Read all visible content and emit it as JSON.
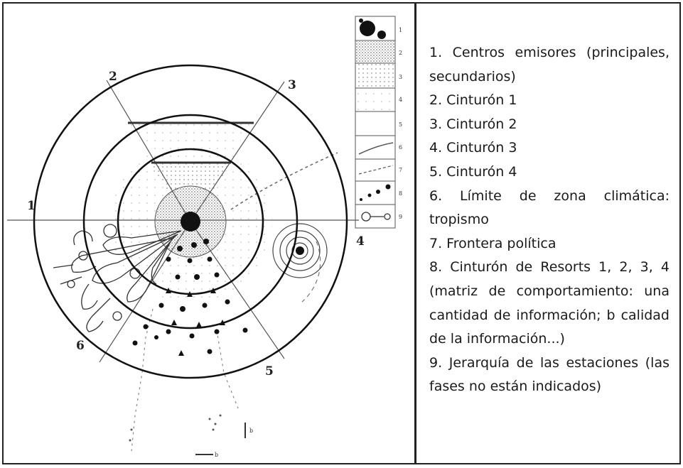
{
  "diagram": {
    "sector_labels": [
      "1",
      "2",
      "3",
      "4",
      "5",
      "6"
    ],
    "key_numbers": [
      "1",
      "2",
      "3",
      "4",
      "5",
      "6",
      "7",
      "8",
      "9"
    ],
    "small_labels": [
      "b",
      "b"
    ]
  },
  "legend": {
    "items": [
      "1. Centros emisores (principales, secundarios)",
      "2. Cinturón 1",
      "3. Cinturón 2",
      "4. Cinturón 3",
      "5. Cinturón 4",
      "6. Límite de zona climática: tropismo",
      "7. Frontera política",
      "8. Cinturón de Resorts 1, 2, 3, 4 (matriz de comportamiento: una cantidad de información; b calidad de la información...)",
      "9. Jerarquía de las estaciones (las fases no están indicados)"
    ]
  }
}
